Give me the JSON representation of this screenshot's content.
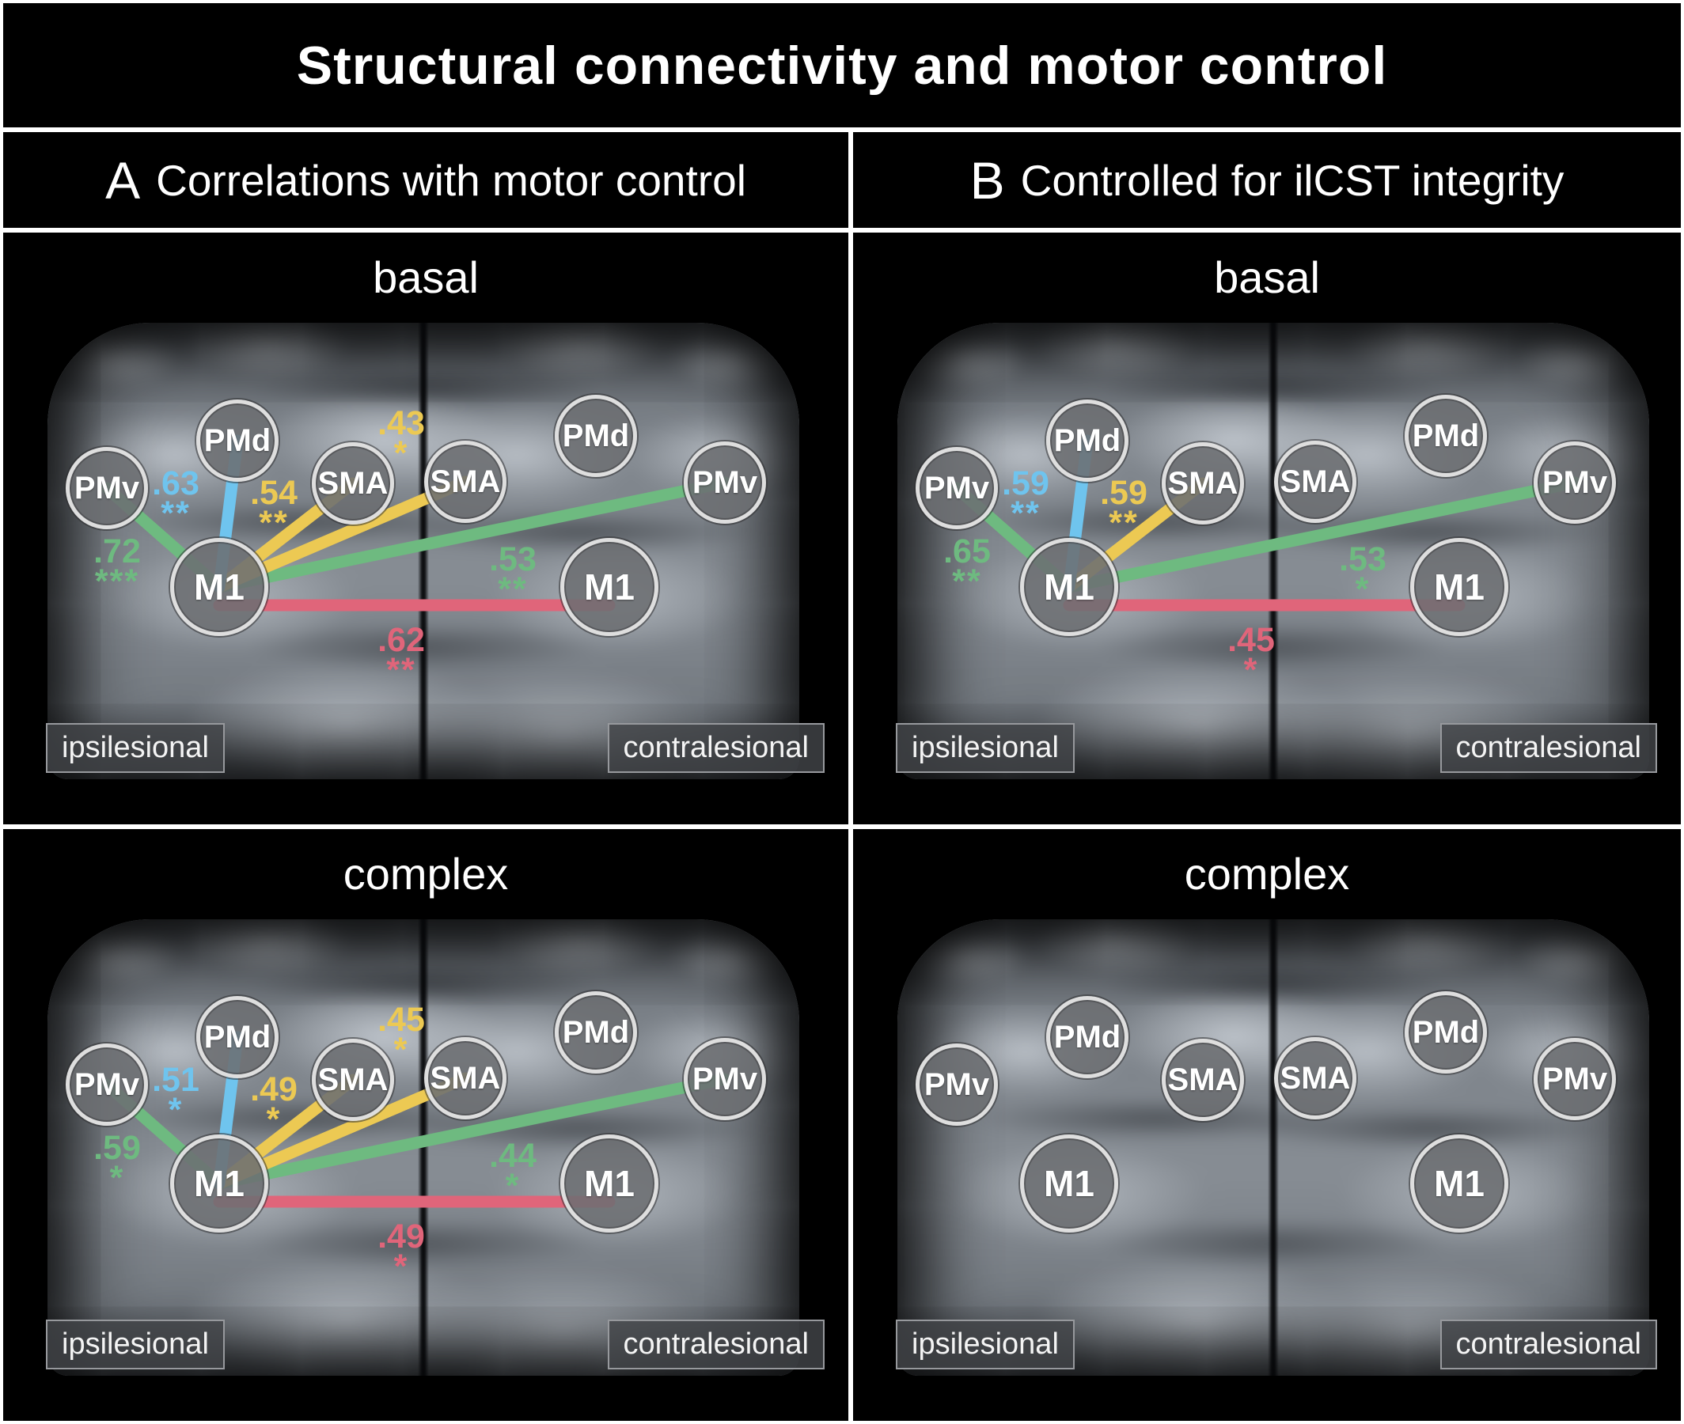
{
  "title": "Structural connectivity and motor control",
  "header": {
    "a_letter": "A",
    "a_label": "Correlations with motor control",
    "b_letter": "B",
    "b_label": "Controlled for ilCST integrity"
  },
  "node_labels": [
    "PMv",
    "PMd",
    "SMA",
    "SMA",
    "PMd",
    "PMv",
    "M1",
    "M1"
  ],
  "side_labels": {
    "left": "ipsilesional",
    "right": "contralesional"
  },
  "colors": {
    "blue": "#6fc4ee",
    "yellow": "#ecc953",
    "green": "#6eba80",
    "pink": "#e0657a"
  },
  "panels": [
    {
      "column": "A",
      "condition": "basal",
      "title": "basal",
      "labels": {
        "green_i": {
          "connection": "PMv-M1 ipsilesional",
          "value": ".72",
          "stars": "***"
        },
        "blue": {
          "connection": "PMd-M1 ipsilesional",
          "value": ".63",
          "stars": "**"
        },
        "yellow_i": {
          "connection": "M1-SMA ipsilesional",
          "value": ".54",
          "stars": "**"
        },
        "yellow_c": {
          "connection": "M1-SMA contralesional",
          "value": ".43",
          "stars": "*"
        },
        "green_c": {
          "connection": "M1-PMv contralesional",
          "value": ".53",
          "stars": "**"
        },
        "pink": {
          "connection": "M1-M1 interhemispheric",
          "value": ".62",
          "stars": "**"
        }
      }
    },
    {
      "column": "B",
      "condition": "basal",
      "title": "basal",
      "labels": {
        "green_i": {
          "connection": "PMv-M1 ipsilesional",
          "value": ".65",
          "stars": "**"
        },
        "blue": {
          "connection": "PMd-M1 ipsilesional",
          "value": ".59",
          "stars": "**"
        },
        "yellow_i": {
          "connection": "M1-SMA ipsilesional",
          "value": ".59",
          "stars": "**"
        },
        "green_c": {
          "connection": "M1-PMv contralesional",
          "value": ".53",
          "stars": "*"
        },
        "pink": {
          "connection": "M1-M1 interhemispheric",
          "value": ".45",
          "stars": "*"
        }
      }
    },
    {
      "column": "A",
      "condition": "complex",
      "title": "complex",
      "labels": {
        "green_i": {
          "connection": "PMv-M1 ipsilesional",
          "value": ".59",
          "stars": "*"
        },
        "blue": {
          "connection": "PMd-M1 ipsilesional",
          "value": ".51",
          "stars": "*"
        },
        "yellow_i": {
          "connection": "M1-SMA ipsilesional",
          "value": ".49",
          "stars": "*"
        },
        "yellow_c": {
          "connection": "M1-SMA contralesional",
          "value": ".45",
          "stars": "*"
        },
        "green_c": {
          "connection": "M1-PMv contralesional",
          "value": ".44",
          "stars": "*"
        },
        "pink": {
          "connection": "M1-M1 interhemispheric",
          "value": ".49",
          "stars": "*"
        }
      }
    },
    {
      "column": "B",
      "condition": "complex",
      "title": "complex",
      "labels": {}
    }
  ]
}
